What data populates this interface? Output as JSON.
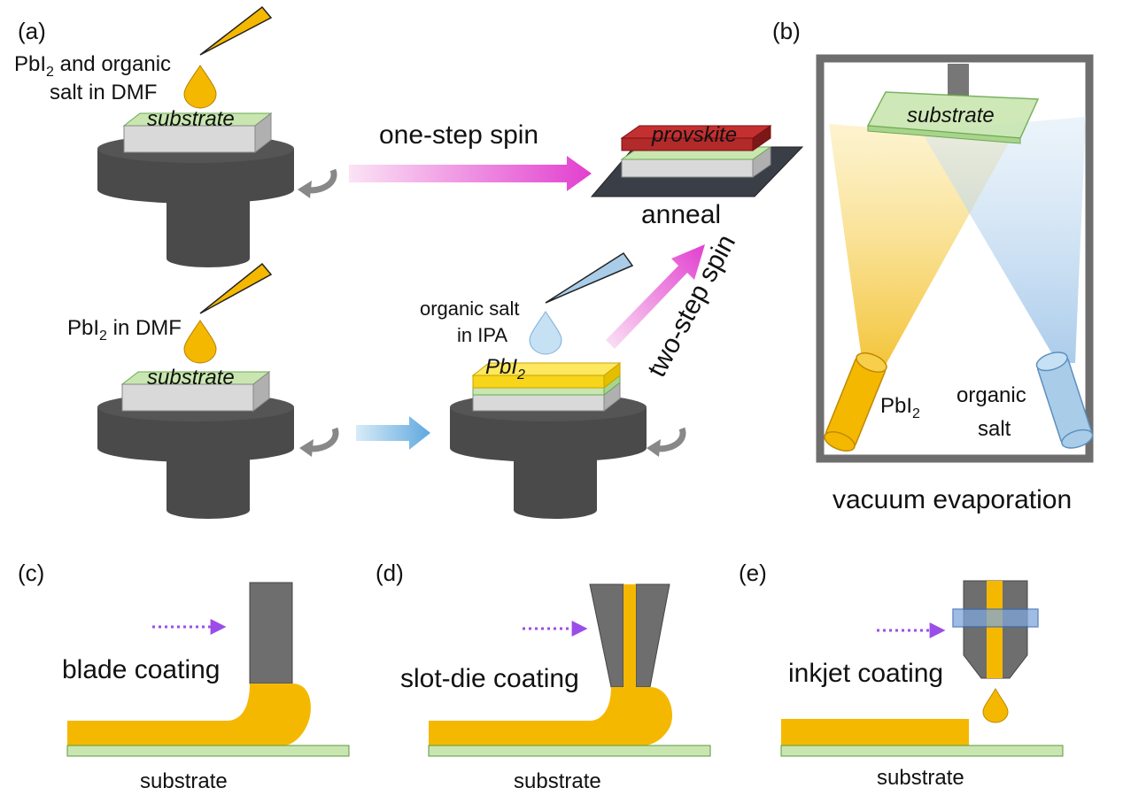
{
  "panels": {
    "a": "(a)",
    "b": "(b)",
    "c": "(c)",
    "d": "(d)",
    "e": "(e)"
  },
  "panel_a": {
    "top_solution_line1": "PbI",
    "top_solution_line1_sub": "2",
    "top_solution_line1_rest": " and organic",
    "top_solution_line2": "salt in DMF",
    "substrate_top": "substrate",
    "one_step": "one-step spin",
    "perovskite_layer": "provskite",
    "anneal": "anneal",
    "bottom_solution": "PbI",
    "bottom_solution_sub": "2",
    "bottom_solution_rest": " in DMF",
    "substrate_bottom": "substrate",
    "ipa_line1": "organic salt",
    "ipa_line2": "in IPA",
    "pbi2_layer": "PbI",
    "pbi2_layer_sub": "2",
    "two_step": "two-step spin"
  },
  "panel_b": {
    "substrate": "substrate",
    "source_left": "PbI",
    "source_left_sub": "2",
    "source_right_line1": "organic",
    "source_right_line2": "salt",
    "caption": "vacuum evaporation"
  },
  "panel_c": {
    "method": "blade coating",
    "substrate": "substrate"
  },
  "panel_d": {
    "method": "slot-die coating",
    "substrate": "substrate"
  },
  "panel_e": {
    "method": "inkjet coating",
    "substrate": "substrate"
  },
  "colors": {
    "ink": "#f5b800",
    "substrate_green": "#c9e6b0",
    "chuck": "#4a4a4a",
    "perovskite": "#b22a2a",
    "ipa_blue": "#a9cde8",
    "arrow_pink": "#e040c8",
    "arrow_blue": "#6aaee0",
    "dotted_arrow": "#9b4de8"
  }
}
